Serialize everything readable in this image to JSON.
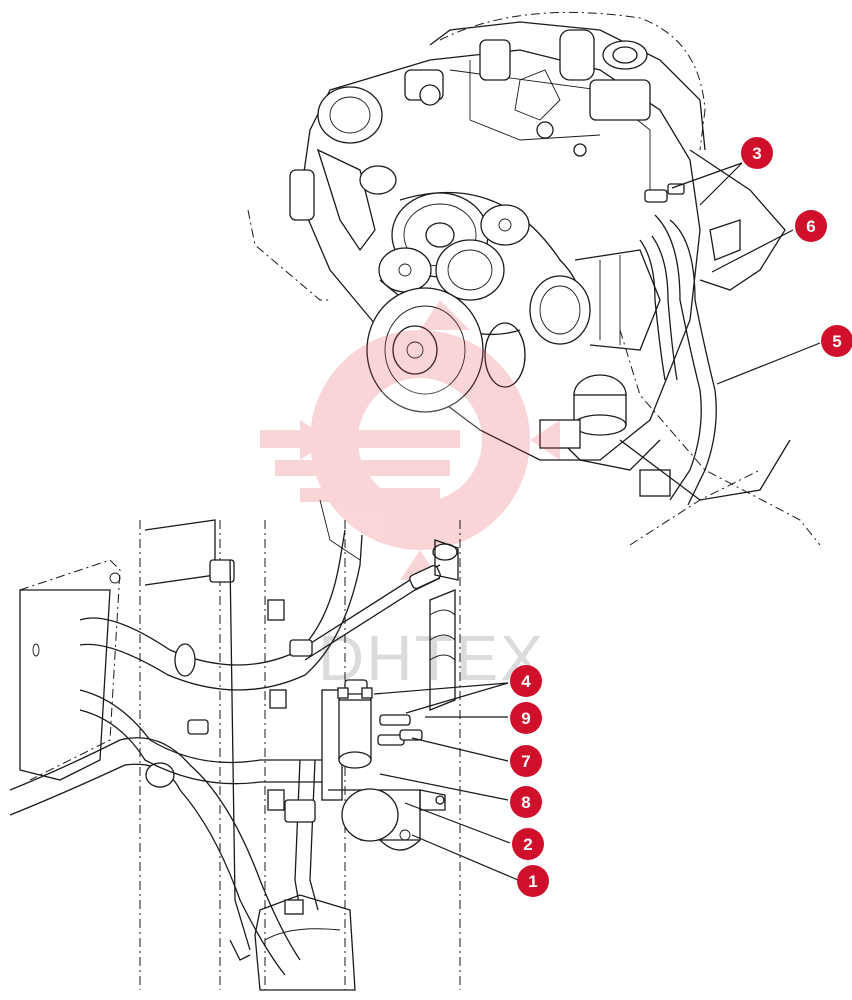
{
  "watermark": {
    "text": "DHTEX",
    "color": "#e8454f"
  },
  "accent_color": "#d0102a",
  "callouts": [
    {
      "label": "3"
    },
    {
      "label": "6"
    },
    {
      "label": "5"
    },
    {
      "label": "4"
    },
    {
      "label": "9"
    },
    {
      "label": "7"
    },
    {
      "label": "8"
    },
    {
      "label": "2"
    },
    {
      "label": "1"
    }
  ]
}
